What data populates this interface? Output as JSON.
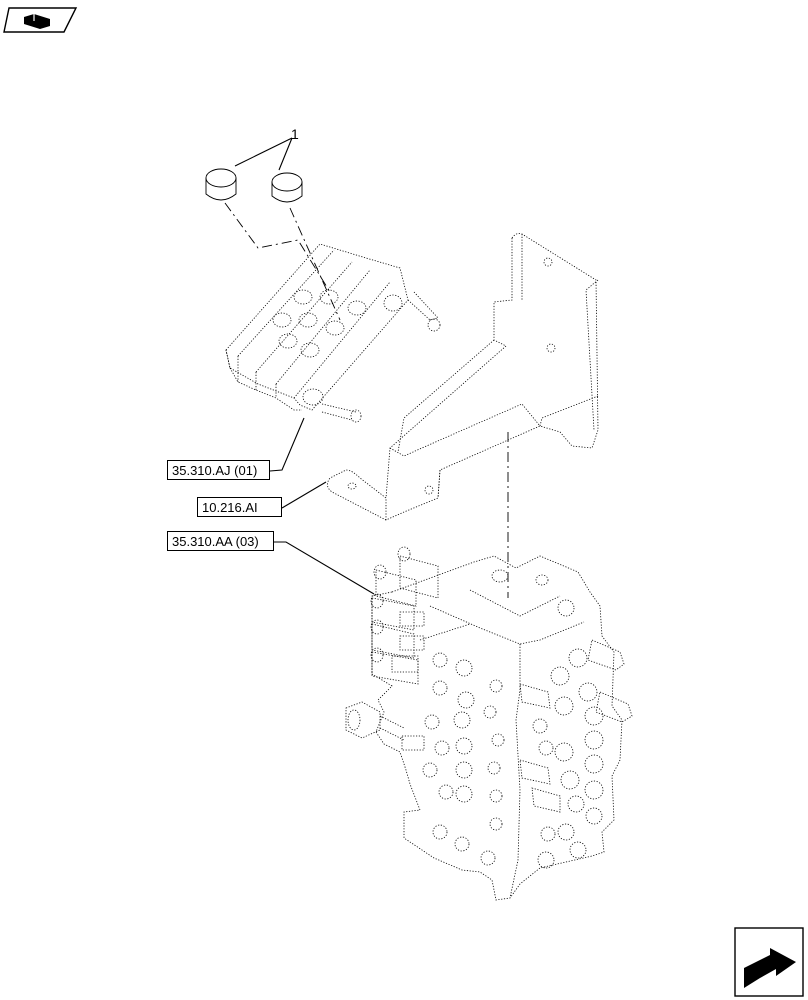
{
  "callouts": {
    "ref1": "35.310.AJ (01)",
    "ref2": "10.216.AI",
    "ref3": "35.310.AA (03)"
  },
  "item_number": "1",
  "icons": {
    "top_left": "book-icon",
    "bottom_right": "next-page-arrow-icon"
  }
}
